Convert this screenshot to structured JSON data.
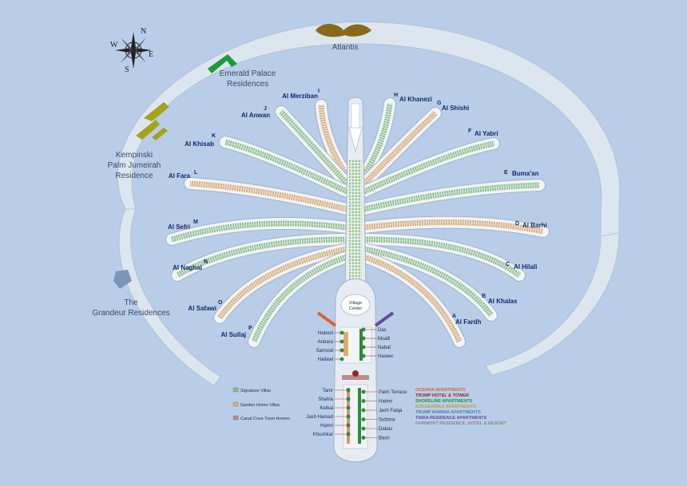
{
  "compass": {
    "n": "N",
    "s": "S",
    "e": "E",
    "w": "W"
  },
  "landmarks": {
    "atlantis": "Atlantis",
    "emerald_1": "Emerald Palace",
    "emerald_2": "Residences",
    "kempinski_1": "Kempinski",
    "kempinski_2": "Palm Jumeirah",
    "kempinski_3": "Residence",
    "grandeur_1": "The",
    "grandeur_2": "Grandeur Residences"
  },
  "fronds_left": [
    {
      "letter": "I",
      "name": "Al Merziban"
    },
    {
      "letter": "J",
      "name": "Al Anwan"
    },
    {
      "letter": "K",
      "name": "Al Khisab"
    },
    {
      "letter": "L",
      "name": "Al Fara"
    },
    {
      "letter": "M",
      "name": "Al Sefri"
    },
    {
      "letter": "N",
      "name": "Al Naghal"
    },
    {
      "letter": "O",
      "name": "Al Safawi"
    },
    {
      "letter": "P",
      "name": "Al Sullaj"
    }
  ],
  "fronds_right": [
    {
      "letter": "H",
      "name": "Al Khanezi"
    },
    {
      "letter": "G",
      "name": "Al Shishi"
    },
    {
      "letter": "F",
      "name": "Al Yabri"
    },
    {
      "letter": "E",
      "name": "Buma'an"
    },
    {
      "letter": "D",
      "name": "Al Barhi"
    },
    {
      "letter": "C",
      "name": "Al Hilali"
    },
    {
      "letter": "B",
      "name": "Al Khalas"
    },
    {
      "letter": "A",
      "name": "Al Fardh"
    }
  ],
  "village_center_1": "Village",
  "village_center_2": "Center",
  "streets_left_upper": [
    "Habool",
    "Anbara",
    "Sarrood",
    "Hallawi"
  ],
  "streets_right_upper": [
    "Das",
    "Msalli",
    "Nabat",
    "Haseer"
  ],
  "streets_left_lower": [
    "Tamr",
    "Shahla",
    "Keibal",
    "Jash Hamad",
    "Hamri",
    "Khushkar"
  ],
  "streets_right_lower": [
    "Palm Terrace",
    "Hatimi",
    "Jash Falqa",
    "Sultana",
    "Dabas",
    "Basri"
  ],
  "legend": [
    {
      "label": "Signature Villas",
      "color": "#8bbf84"
    },
    {
      "label": "Garden Home Villas",
      "color": "#e0ab6e"
    },
    {
      "label": "Canal Cove Town Homes",
      "color": "#c08a8a"
    }
  ],
  "apartments": [
    {
      "label": "OCEANA APARTMENTS",
      "color": "#d9643a"
    },
    {
      "label": "TRUMP HOTEL & TOWER",
      "color": "#8a2a2a"
    },
    {
      "label": "SHORELINE APARTMENTS",
      "color": "#2e8b3a"
    },
    {
      "label": "GOLDENMILE APARTMENTS",
      "color": "#b9a23a"
    },
    {
      "label": "TRUMP MARINA APARTMENTS",
      "color": "#4a7fbf"
    },
    {
      "label": "TIARA RESIDENCE APARTMENTS",
      "color": "#6a4a9a"
    },
    {
      "label": "FAIRMONT RESIDENCE, HOTEL & RESORT",
      "color": "#8a8a8a"
    }
  ],
  "colors": {
    "sea": "#b9cde8",
    "land": "#dde6ee",
    "villa_green": "#8bbf84",
    "villa_orange": "#e0ab6e",
    "label_blue": "#13296e",
    "atlantis": "#8a6a1a",
    "emerald": "#1e9a3a",
    "kempinski": "#a6a21a",
    "grandeur": "#7c96b8"
  }
}
